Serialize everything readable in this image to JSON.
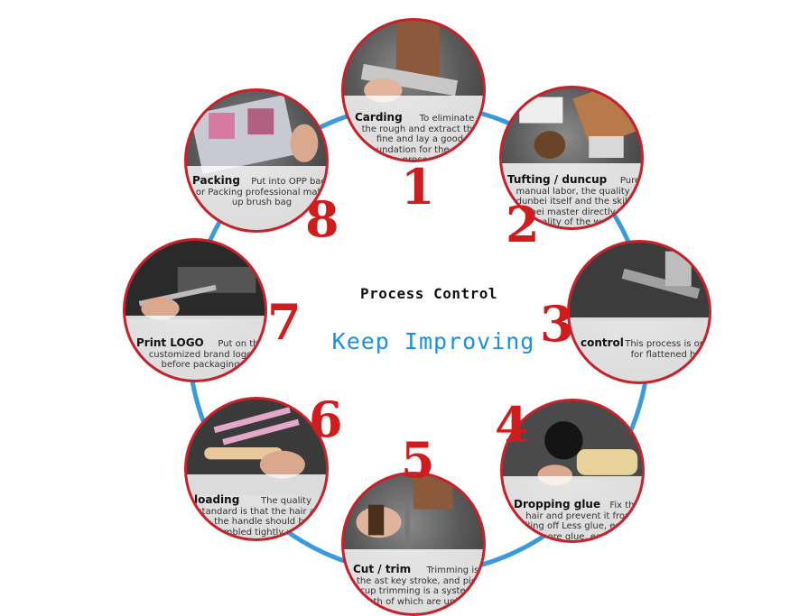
{
  "center": {
    "title": "Process Control",
    "subtitle": "Keep Improving"
  },
  "ring_color": "#3a9ae0",
  "accent_color": "#d01c1c",
  "steps": [
    {
      "number": "1",
      "title": "Carding",
      "description": "To eliminate the rough and extract the fine and lay a good foundation for the next process"
    },
    {
      "number": "2",
      "title": "Tufting / duncup",
      "description": "Pure manual labor, the quality of dunbei itself and the skill of dunbei master directly affect the quality of the wool shape"
    },
    {
      "number": "3",
      "title": "control",
      "description": "This process is only for flattened hair"
    },
    {
      "number": "4",
      "title": "Dropping glue",
      "description": "Fix the hair and prevent it from falling off Less glue, easy to shed more glue, easy to leak glue"
    },
    {
      "number": "5",
      "title": "Cut / trim",
      "description": "Trimming is the ast key stroke, and pier cup trimming is a system, both of which are unified"
    },
    {
      "number": "6",
      "title": "loading",
      "description": "The quality standard is that the hair and the handle should be assembled tightly without any gap"
    },
    {
      "number": "7",
      "title": "Print LOGO",
      "description": "Put on the customized brand logo before packaging"
    },
    {
      "number": "8",
      "title": "Packing",
      "description": "Put into OPP bag or Packing professional make up brush bag"
    }
  ]
}
